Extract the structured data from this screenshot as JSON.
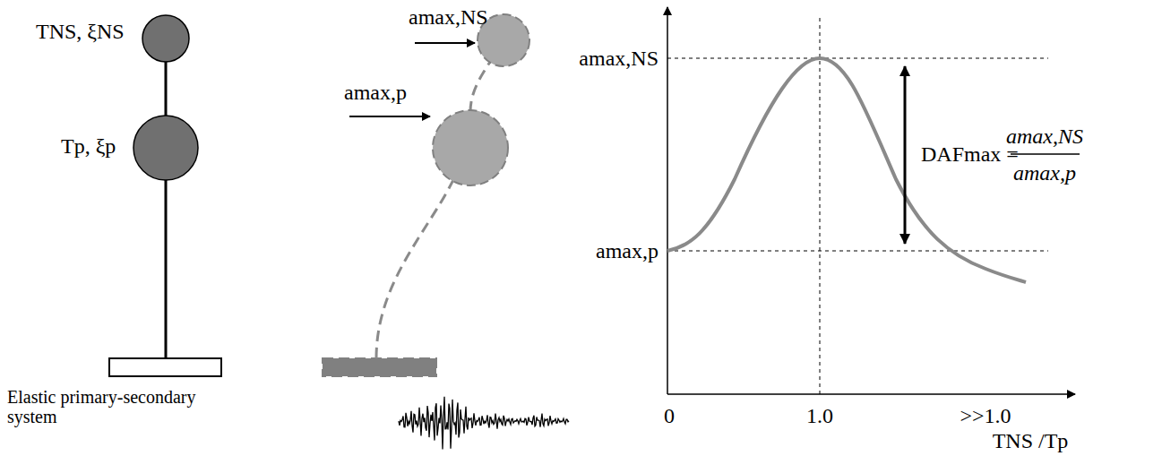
{
  "diagram": {
    "labels": [
      "TNS, ξNS",
      "Tp, ξp",
      "Elastic primary-secondary system",
      "amax,NS",
      "amax,p",
      "amax,NS",
      "amax,p",
      "DAFmax =",
      "amax,NS",
      "amax,p",
      "0",
      "1.0",
      ">>1.0",
      "TNS /Tp"
    ]
  }
}
